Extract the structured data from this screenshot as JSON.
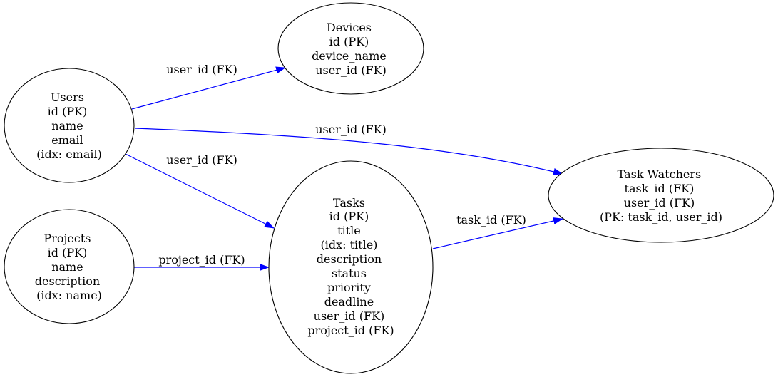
{
  "colors": {
    "edge": "#0000ff",
    "node_stroke": "#000000",
    "background": "#ffffff"
  },
  "nodes": {
    "users": {
      "lines": [
        "Users",
        "id (PK)",
        "name",
        "email",
        "(idx: email)"
      ]
    },
    "projects": {
      "lines": [
        "Projects",
        "id (PK)",
        "name",
        "description",
        "(idx: name)"
      ]
    },
    "devices": {
      "lines": [
        "Devices",
        "id (PK)",
        "device_name",
        "user_id (FK)"
      ]
    },
    "tasks": {
      "lines": [
        "Tasks",
        "id (PK)",
        "title",
        "(idx: title)",
        "description",
        "status",
        "priority",
        "deadline",
        "user_id (FK)",
        "project_id (FK)"
      ]
    },
    "task_watchers": {
      "lines": [
        "Task Watchers",
        "task_id (FK)",
        "user_id (FK)",
        "(PK: task_id, user_id)"
      ]
    }
  },
  "edges": [
    {
      "from": "users",
      "to": "devices",
      "label": "user_id (FK)"
    },
    {
      "from": "users",
      "to": "task_watchers",
      "label": "user_id (FK)"
    },
    {
      "from": "users",
      "to": "tasks",
      "label": "user_id (FK)"
    },
    {
      "from": "projects",
      "to": "tasks",
      "label": "project_id (FK)"
    },
    {
      "from": "tasks",
      "to": "task_watchers",
      "label": "task_id (FK)"
    }
  ]
}
